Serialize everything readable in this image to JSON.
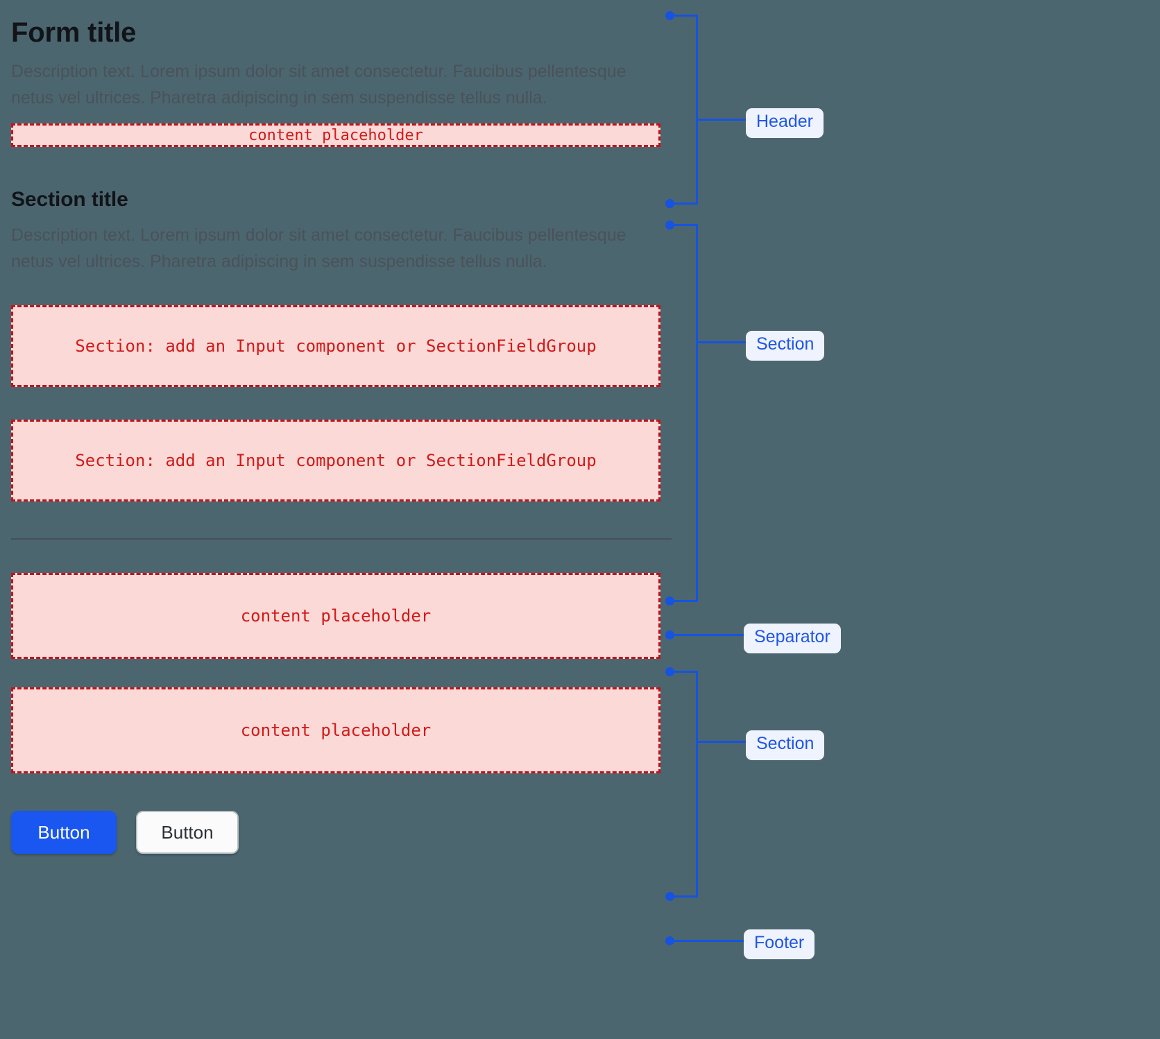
{
  "theme": {
    "background": "#4c6670",
    "placeholder_fill": "#fbd9d6",
    "placeholder_border": "#c1121c",
    "placeholder_text": "#d11a1a",
    "annotation_blue": "#1553e0",
    "pill_background": "#eef3fe",
    "pill_text": "#1f55e8",
    "primary_button": "#1a56f0",
    "heading_text": "#111418",
    "description_text": "#4a5259",
    "separator_line": "#43505a"
  },
  "header": {
    "title": "Form title",
    "description": "Description text. Lorem ipsum dolor sit amet consectetur. Faucibus pellentesque netus vel ultrices. Pharetra adipiscing in sem suspendisse tellus nulla.",
    "placeholder": "content placeholder"
  },
  "section": {
    "title": "Section title",
    "description": "Description text. Lorem ipsum dolor sit amet consectetur. Faucibus pellentesque netus vel ultrices. Pharetra adipiscing in sem suspendisse tellus nulla.",
    "field_placeholders": [
      "Section: add an Input component or SectionFieldGroup",
      "Section: add an Input component or SectionFieldGroup"
    ]
  },
  "second_section": {
    "placeholders": [
      "content placeholder",
      "content placeholder"
    ]
  },
  "footer": {
    "buttons": [
      {
        "label": "Button",
        "variant": "primary"
      },
      {
        "label": "Button",
        "variant": "secondary"
      }
    ]
  },
  "annotations": [
    {
      "label": "Header"
    },
    {
      "label": "Section"
    },
    {
      "label": "Separator"
    },
    {
      "label": "Section"
    },
    {
      "label": "Footer"
    }
  ]
}
